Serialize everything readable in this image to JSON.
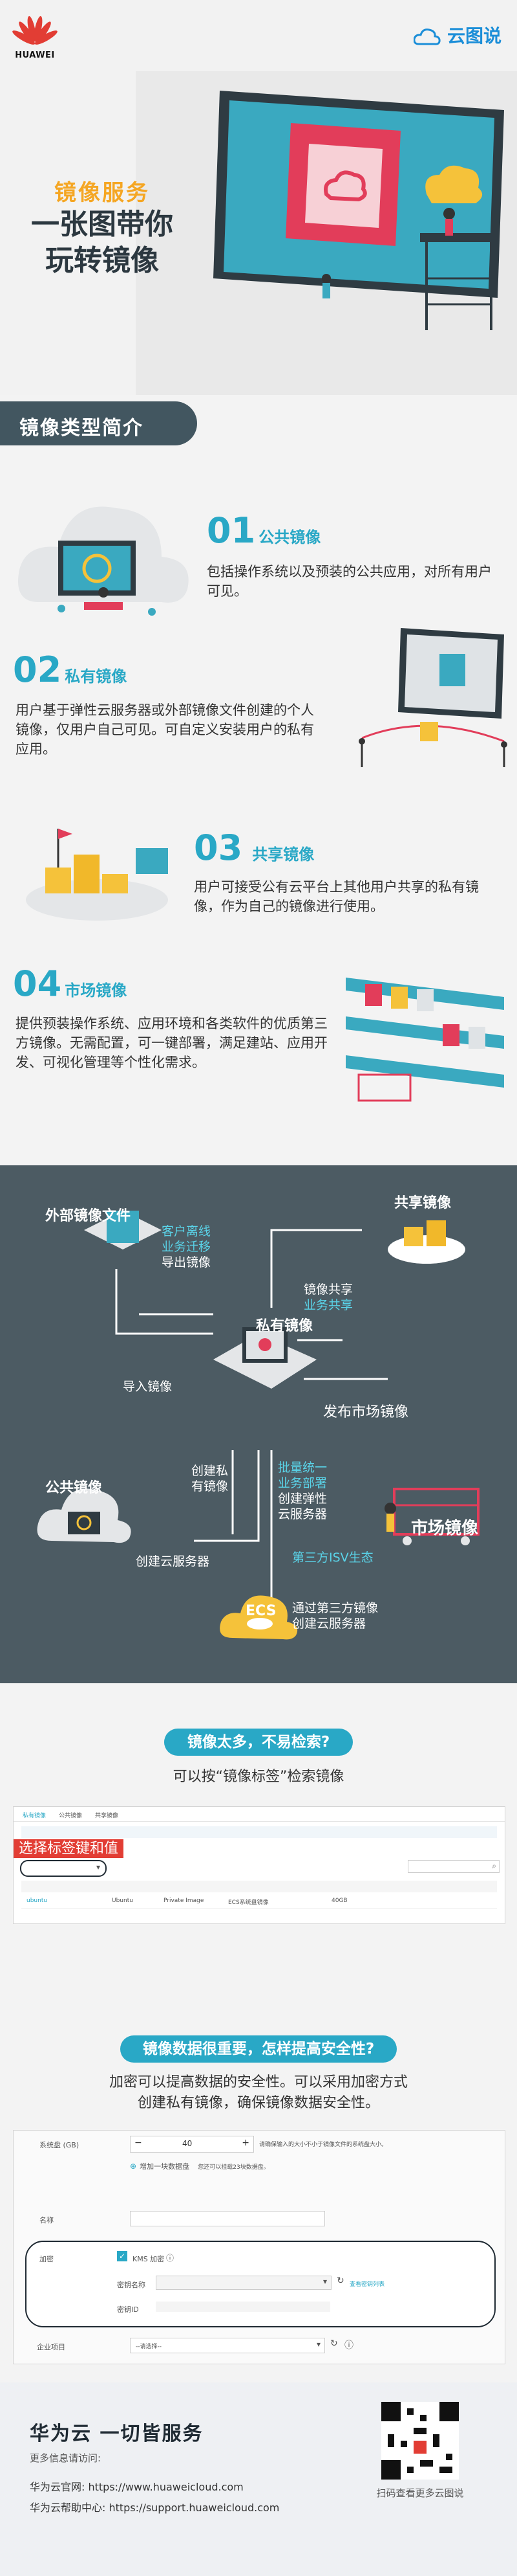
{
  "header": {
    "brand": "HUAWEI",
    "series_logo": "云图说",
    "title_line1": "镜像服务",
    "title_line2": "一张图带你",
    "title_line3": "玩转镜像"
  },
  "section1": {
    "heading": "镜像类型简介",
    "items": [
      {
        "num": "01",
        "title": "公共镜像",
        "desc": "包括操作系统以及预装的公共应用，对所有用户可见。"
      },
      {
        "num": "02",
        "title": "私有镜像",
        "desc": "用户基于弹性云服务器或外部镜像文件创建的个人镜像，仅用户自己可见。可自定义安装用户的私有应用。"
      },
      {
        "num": "03",
        "title": "共享镜像",
        "desc": "用户可接受公有云平台上其他用户共享的私有镜像，作为自己的镜像进行使用。"
      },
      {
        "num": "04",
        "title": "市场镜像",
        "desc": "提供预装操作系统、应用环境和各类软件的优质第三方镜像。无需配置，可一键部署，满足建站、应用开发、可视化管理等个性化需求。"
      }
    ]
  },
  "diagram": {
    "external": "外部镜像文件",
    "shared": "共享镜像",
    "private": "私有镜像",
    "public": "公共镜像",
    "market": "市场镜像",
    "ecs": "ECS",
    "migrate": [
      "客户离线",
      "业务迁移",
      "导出镜像"
    ],
    "share": [
      "镜像共享",
      "业务共享"
    ],
    "import": "导入镜像",
    "publish": "发布市场镜像",
    "create_private": [
      "创建私",
      "有镜像"
    ],
    "batch": [
      "批量统一",
      "业务部署"
    ],
    "create_ecs_a": [
      "创建弹性",
      "云服务器"
    ],
    "isv": "第三方ISV生态",
    "create_ecs_b": "创建云服务器",
    "isv_create": [
      "通过第三方镜像",
      "创建云服务器"
    ]
  },
  "search": {
    "pill": "镜像太多，不易检索?",
    "sub": "可以按“镜像标签”检索镜像",
    "tag_label": "选择标签键和值",
    "console_tabs": [
      "私有镜像",
      "公共镜像",
      "共享镜像"
    ],
    "row_cols": [
      "ubuntu",
      "Ubuntu",
      "Private Image",
      "ECS系统盘镜像",
      "40GB"
    ]
  },
  "security": {
    "pill": "镜像数据很重要，怎样提高安全性?",
    "sub1": "加密可以提高数据的安全性。可以采用加密方式",
    "sub2": "创建私有镜像，确保镜像数据安全性。",
    "disk_label": "系统盘 (GB)",
    "disk_value": "40",
    "disk_hint": "请确保输入的大小不小于镜像文件的系统盘大小。",
    "add_disk": "增加一块数据盘",
    "add_hint": "您还可以挂载23块数据盘。",
    "name_label": "名称",
    "encrypt_label": "加密",
    "kms": "KMS 加密",
    "key_name": "密钥名称",
    "key_link": "查看密钥列表",
    "key_id": "密钥ID",
    "enterprise": "企业项目",
    "enterprise_select": "--请选择--"
  },
  "footer": {
    "slogan": "华为云 一切皆服务",
    "more": "更多信息请访问:",
    "site": "华为云官网: https://www.huaweicloud.com",
    "support": "华为云帮助中心: https://support.huaweicloud.com",
    "qr_caption": "扫码查看更多云图说"
  },
  "colors": {
    "accent": "#29a8c6",
    "orange": "#f5a623",
    "dark": "#4c5b63",
    "brand_red": "#e23d34"
  }
}
